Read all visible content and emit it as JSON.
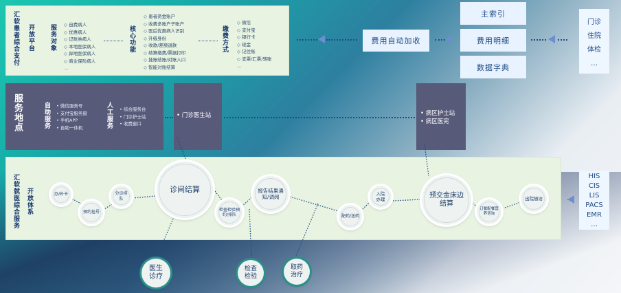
{
  "top_panel": {
    "title": "汇软患者综合支付",
    "platform": "开放平台",
    "service_obj_label": "服务对象",
    "service_obj_items": [
      "◇ 自费病人",
      "◇ 优惠病人",
      "◇ 记账类病人",
      "◇ 本地医保病人",
      "◇ 异地医保病人",
      "◇ 商业保险病人",
      "…"
    ],
    "core_label": "核心功能",
    "core_items": [
      "◇ 患者资金账户",
      "◇ 收费多账户子账户",
      "◇ 医后优惠病人识别",
      "◇ 升级身份",
      "◇ 收款/差额退款",
      "◇ 结算缴费/票据打印",
      "◇ 挂账结账/对账入口",
      "◇ 智能对账结算"
    ],
    "pay_label": "缴费方式",
    "pay_items": [
      "◇ 微信",
      "◇ 支付宝",
      "◇ 银行卡",
      "◇ 现金",
      "◇ 记住账",
      "◇ 支票/汇票/转账",
      "…"
    ]
  },
  "fee_auto": "费用自动加收",
  "right_stack": [
    "主索引",
    "费用明细",
    "数据字典"
  ],
  "far_right_top": [
    "门诊",
    "住院",
    "体检",
    "…"
  ],
  "service_loc": {
    "title": "服务地点",
    "self_label": "自助服务",
    "self_items": [
      "• 微信服务号",
      "• 支付宝服务窗",
      "• 手机APP",
      "• 自助一体机"
    ],
    "manual_label": "人工服务",
    "manual_items": [
      "• 综合服务台",
      "• 门诊护士站",
      "• 收费窗口"
    ]
  },
  "clinic_station": "• 门诊医生站",
  "ward_items": [
    "• 病区护士站",
    "• 病区医完"
  ],
  "bottom_panel": {
    "title": "汇软就医综合服务",
    "subtitle": "开放体系"
  },
  "nodes": {
    "card": "办/补卡",
    "register": "预约挂号",
    "triage": "分诊排队",
    "settle": "诊间结算",
    "exam_appt": "检查检验预约/排队",
    "report": "报告结果通知/调阅",
    "dispense": "配药/送药",
    "admit": "入院办理",
    "prepay": "预交金床边结算",
    "order": "订餐配餐营养咨询",
    "discharge": "出院随访"
  },
  "far_right_bottom": [
    "HIS",
    "CIS",
    "LIS",
    "PACS",
    "EMR",
    "…"
  ],
  "bottom_circles": [
    "医生诊疗",
    "检查检验",
    "取药治疗"
  ]
}
